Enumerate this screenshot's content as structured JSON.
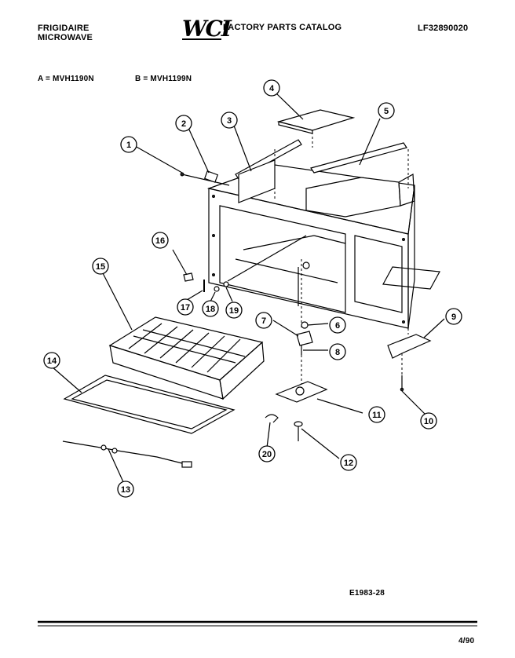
{
  "header": {
    "brand_line1": "FRIGIDAIRE",
    "brand_line2": "MICROWAVE",
    "logo": "WCI",
    "catalog_title": "FACTORY PARTS CATALOG",
    "part_number": "LF32890020"
  },
  "models": {
    "a": "A = MVH1190N",
    "b": "B = MVH1199N"
  },
  "callouts": [
    "1",
    "2",
    "3",
    "4",
    "5",
    "6",
    "7",
    "8",
    "9",
    "10",
    "11",
    "12",
    "13",
    "14",
    "15",
    "16",
    "17",
    "18",
    "19",
    "20"
  ],
  "footer": {
    "diagram_code": "E1983-28",
    "date": "4/90"
  }
}
